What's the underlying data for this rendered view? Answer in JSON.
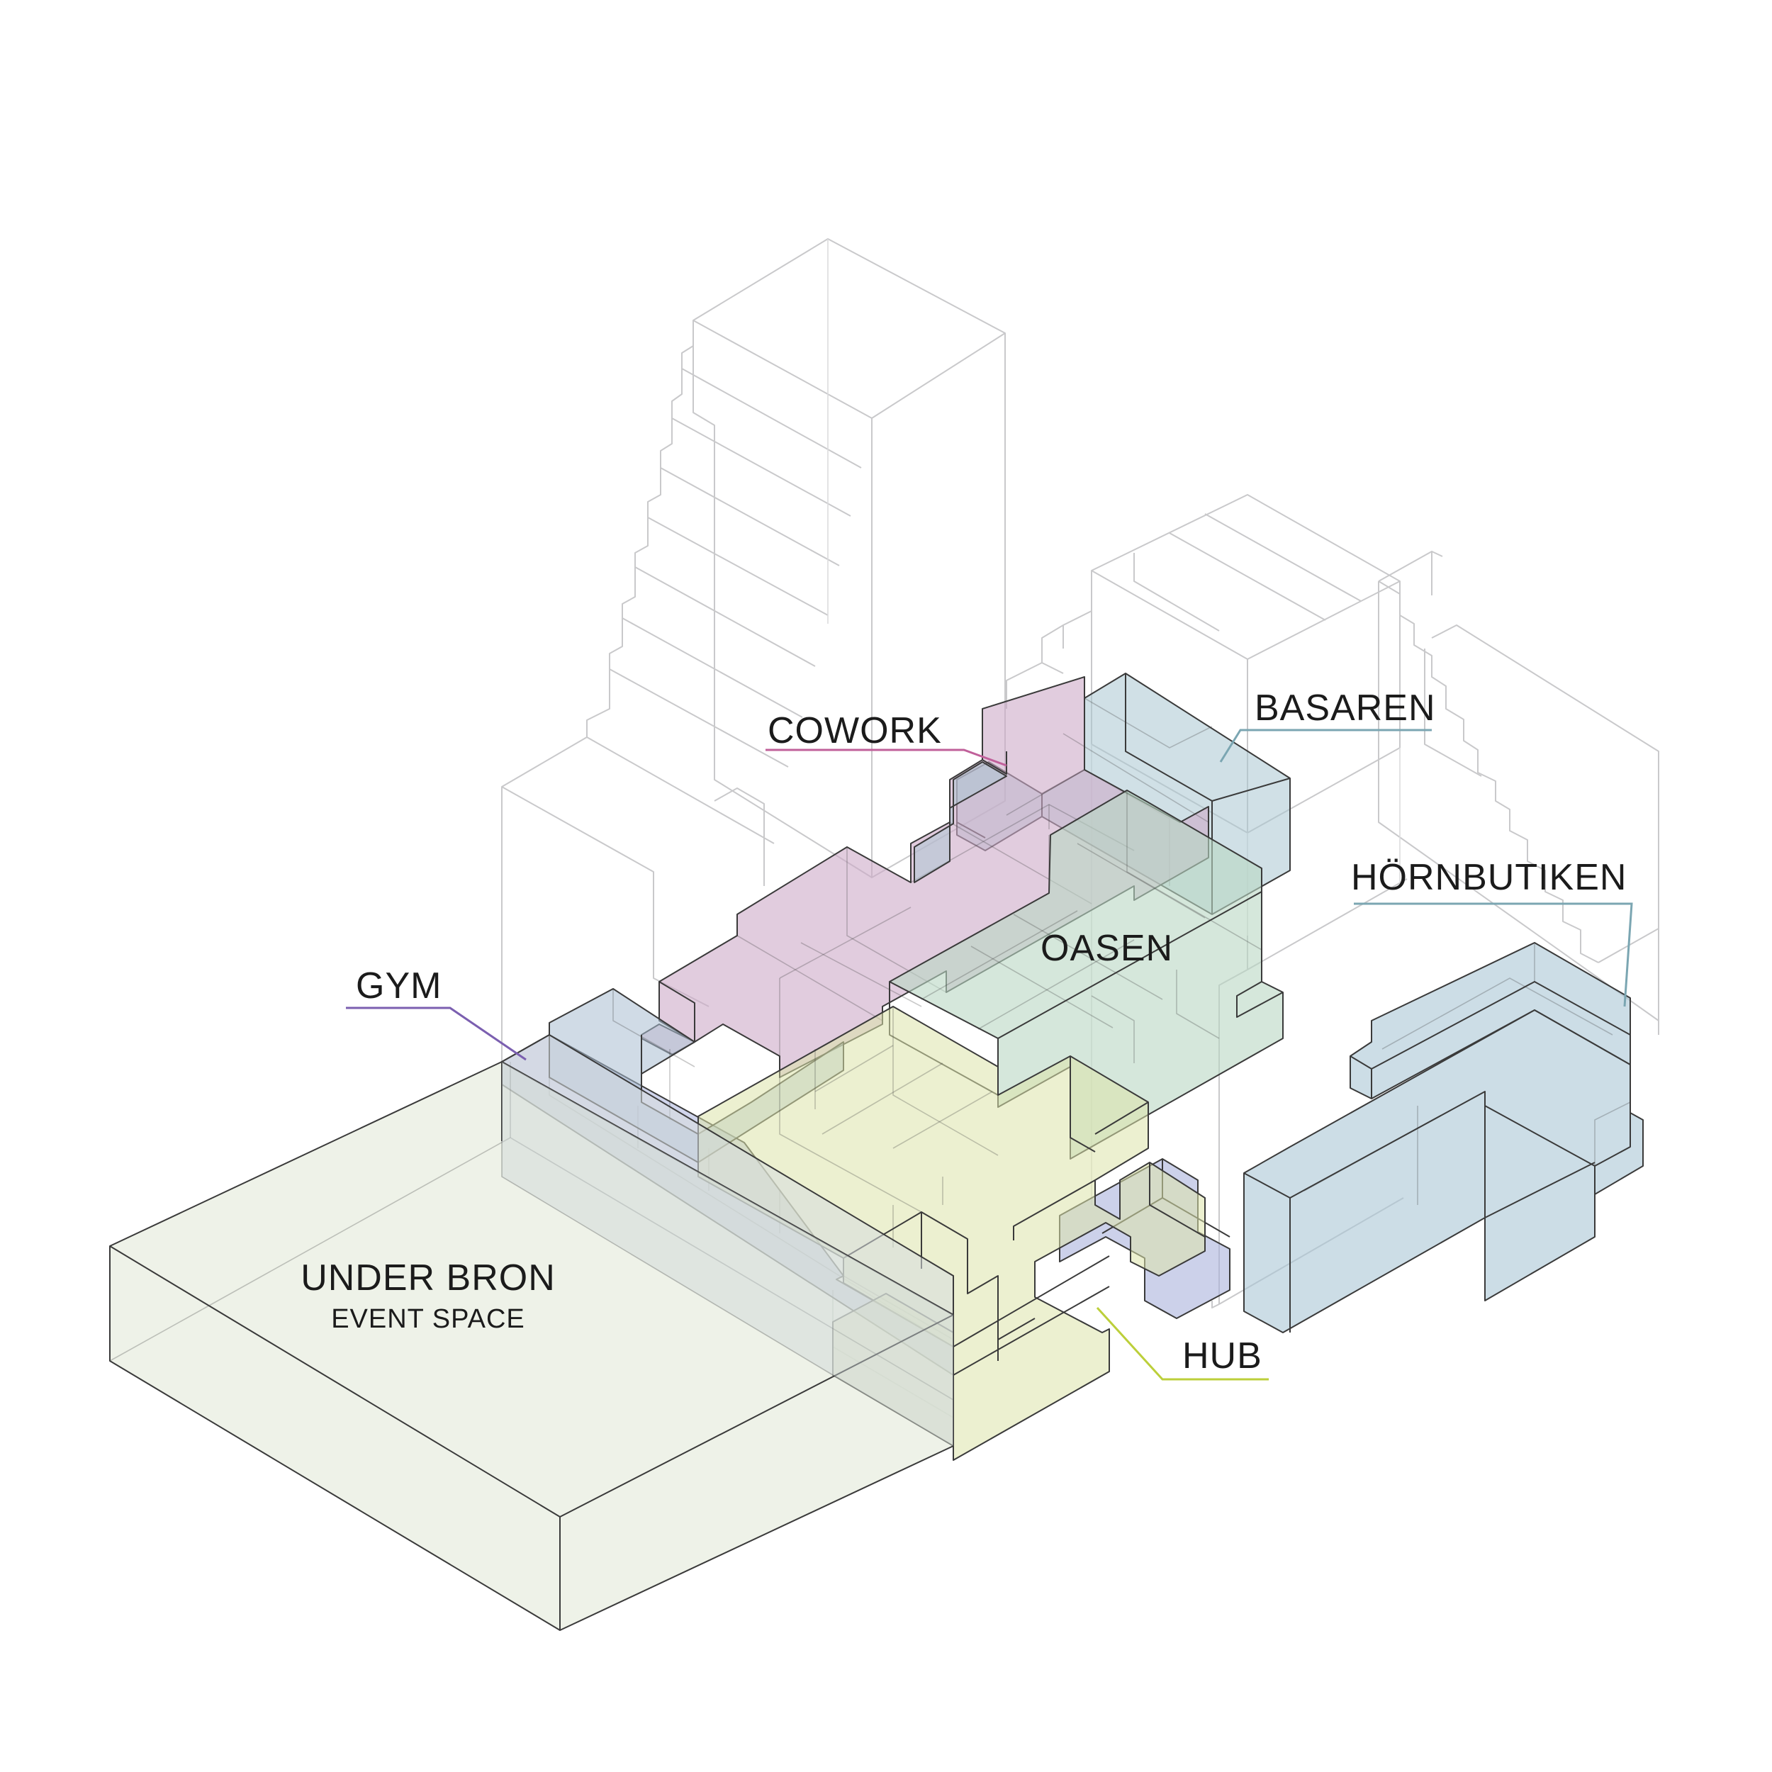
{
  "labels": {
    "cowork": "COWORK",
    "basaren": "BASAREN",
    "hornbutiken": "HÖRNBUTIKEN",
    "oasen": "OASEN",
    "gym": "GYM",
    "under_bron": "UNDER BRON",
    "event_space": "EVENT SPACE",
    "hub": "HUB"
  },
  "colors": {
    "cowork": "#d7bcd6",
    "basaren": "#b8ccd6",
    "hornbutiken": "#bccfdb",
    "oasen": "#c9ddd2",
    "gym": "#c3c6e3",
    "under_bron": "#e9eee2",
    "hub": "#e6ecc9",
    "cowork_leader": "#c0609a",
    "basaren_leader": "#7ba6b2",
    "hornbutiken_leader": "#7ba6b2",
    "gym_leader": "#7b5fb0",
    "hub_leader": "#bccf3a",
    "context_lines": "#c9c9cb"
  }
}
